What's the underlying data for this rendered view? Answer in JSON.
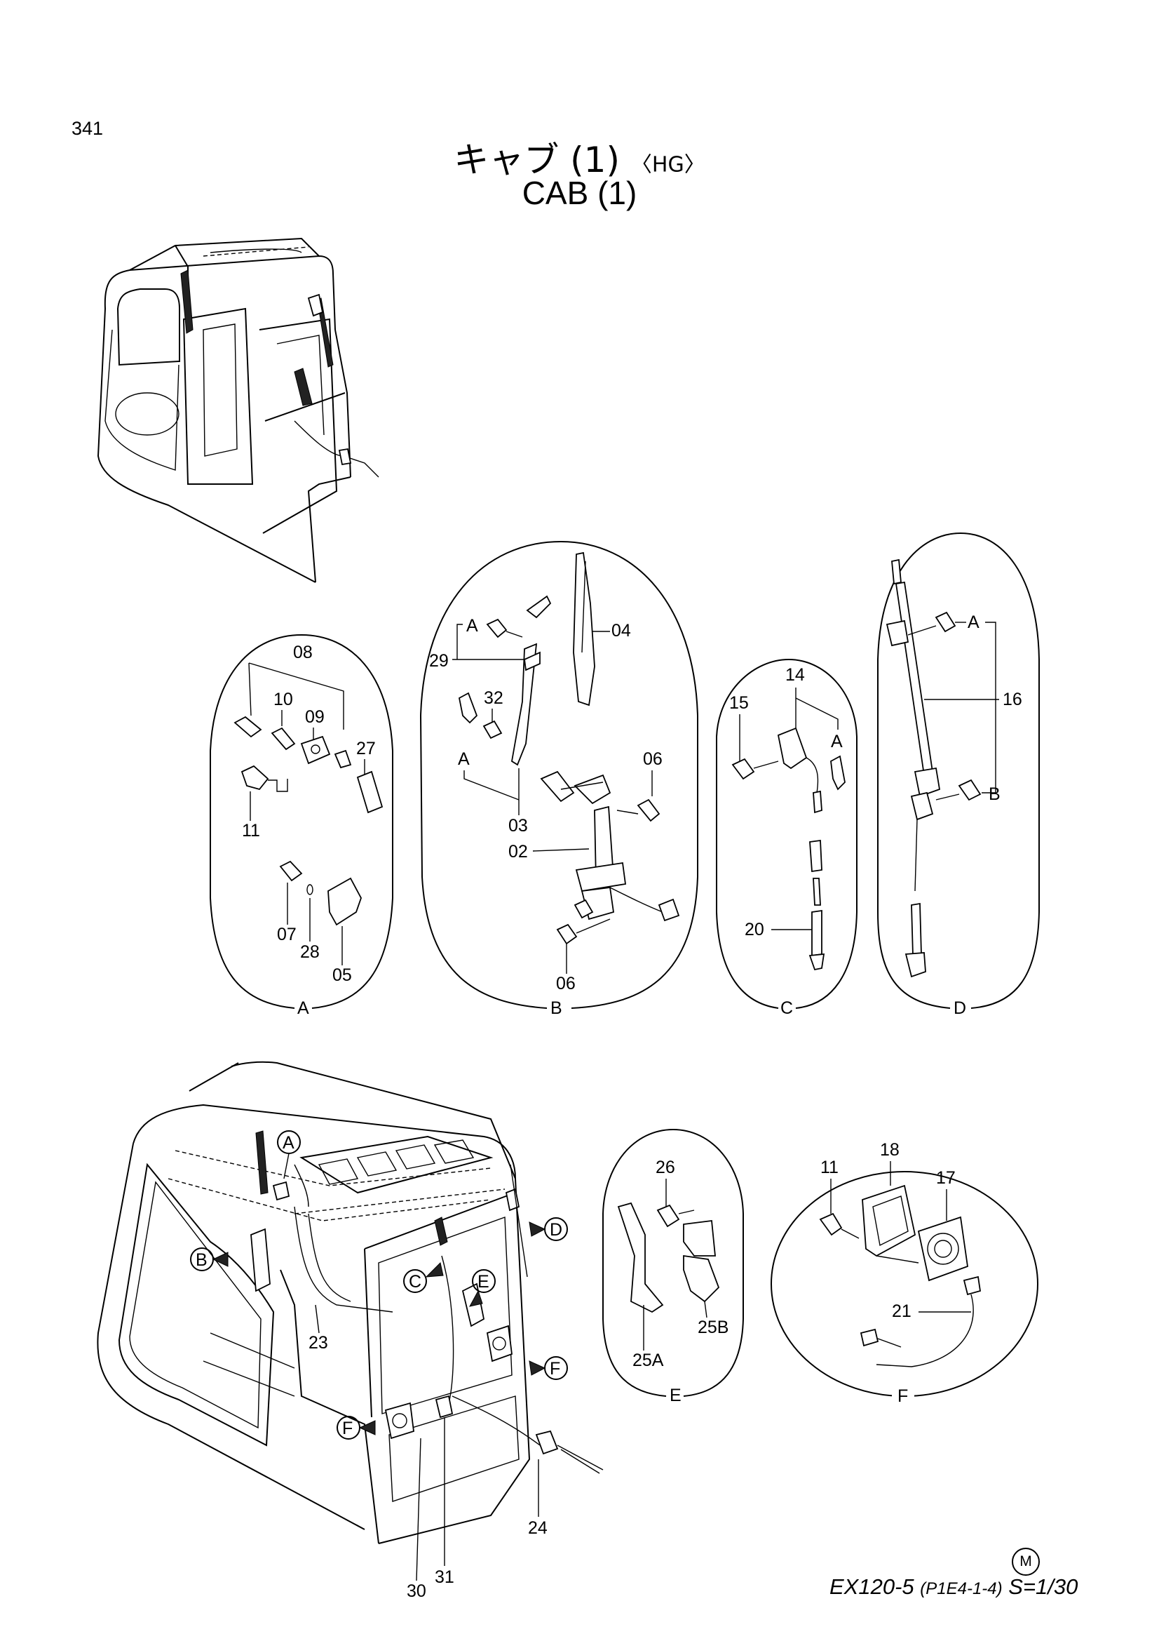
{
  "header": {
    "page_number": "341",
    "title_jp": "キャブ (1)",
    "title_tag": "〈HG〉",
    "title_en": "CAB (1)"
  },
  "details": {
    "A": {
      "label": "A",
      "parts": [
        "08",
        "10",
        "09",
        "27",
        "11",
        "07",
        "28",
        "05"
      ]
    },
    "B": {
      "label": "B",
      "parts": [
        "04",
        "29",
        "A",
        "32",
        "A",
        "06",
        "03",
        "02",
        "06"
      ]
    },
    "C": {
      "label": "C",
      "parts": [
        "14",
        "15",
        "A",
        "20"
      ]
    },
    "D": {
      "label": "D",
      "parts": [
        "A",
        "16",
        "B"
      ]
    },
    "E": {
      "label": "E",
      "parts": [
        "26",
        "25B",
        "25A"
      ]
    },
    "F": {
      "label": "F",
      "parts": [
        "11",
        "18",
        "17",
        "21"
      ]
    }
  },
  "overview": {
    "callouts": [
      "A",
      "B",
      "C",
      "D",
      "E",
      "F",
      "F"
    ],
    "parts": [
      "23",
      "24",
      "30",
      "31"
    ]
  },
  "footer": {
    "mark": "M",
    "model": "EX120-5",
    "code": "(P1E4-1-4)",
    "scale": "S=1/30"
  }
}
